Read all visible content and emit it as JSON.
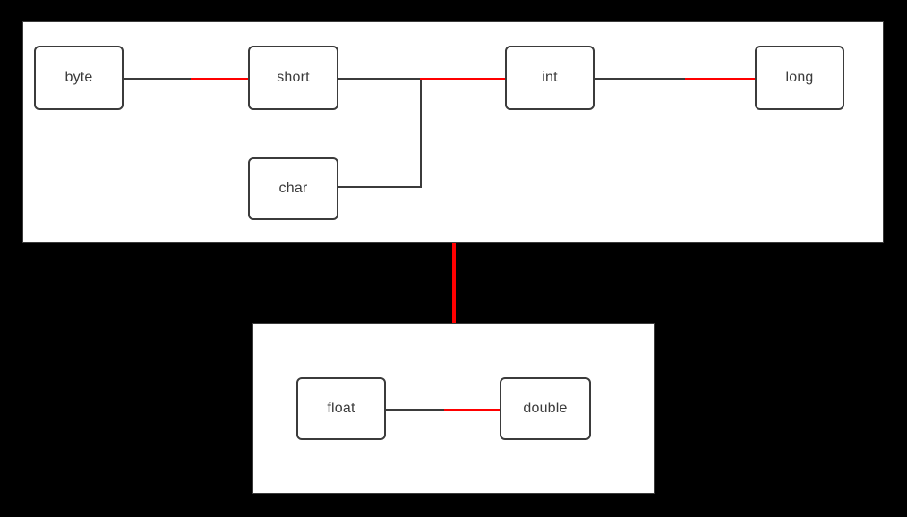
{
  "diagram": {
    "title": "Java primitive type widening conversion diagram",
    "background_color": "#000000",
    "panel_color": "#ffffff",
    "node_border_color": "#3b3b3b",
    "text_color": "#3b3b3b",
    "line_black": "#3b3b3b",
    "line_red": "#ff0000"
  },
  "groups": [
    {
      "id": "integral",
      "label": "",
      "nodes": [
        "byte",
        "short",
        "char",
        "int",
        "long"
      ]
    },
    {
      "id": "floating",
      "label": "",
      "nodes": [
        "float",
        "double"
      ]
    }
  ],
  "nodes": {
    "byte": {
      "label": "byte"
    },
    "short": {
      "label": "short"
    },
    "char": {
      "label": "char"
    },
    "int": {
      "label": "int"
    },
    "long": {
      "label": "long"
    },
    "float": {
      "label": "float"
    },
    "double": {
      "label": "double"
    }
  },
  "edges": [
    {
      "id": "byte-short",
      "from": "byte",
      "to": "short",
      "colors": [
        "#3b3b3b",
        "#ff0000"
      ]
    },
    {
      "id": "short-junction",
      "from": "short",
      "to": "junction",
      "colors": [
        "#3b3b3b"
      ]
    },
    {
      "id": "char-junction",
      "from": "char",
      "to": "junction",
      "colors": [
        "#3b3b3b"
      ]
    },
    {
      "id": "junction-int",
      "from": "junction",
      "to": "int",
      "colors": [
        "#ff0000"
      ]
    },
    {
      "id": "int-long",
      "from": "int",
      "to": "long",
      "colors": [
        "#3b3b3b",
        "#ff0000"
      ]
    },
    {
      "id": "integral-floating",
      "from": "integral",
      "to": "floating",
      "colors": [
        "#ff0000"
      ]
    },
    {
      "id": "float-double",
      "from": "float",
      "to": "double",
      "colors": [
        "#3b3b3b",
        "#ff0000"
      ]
    }
  ]
}
